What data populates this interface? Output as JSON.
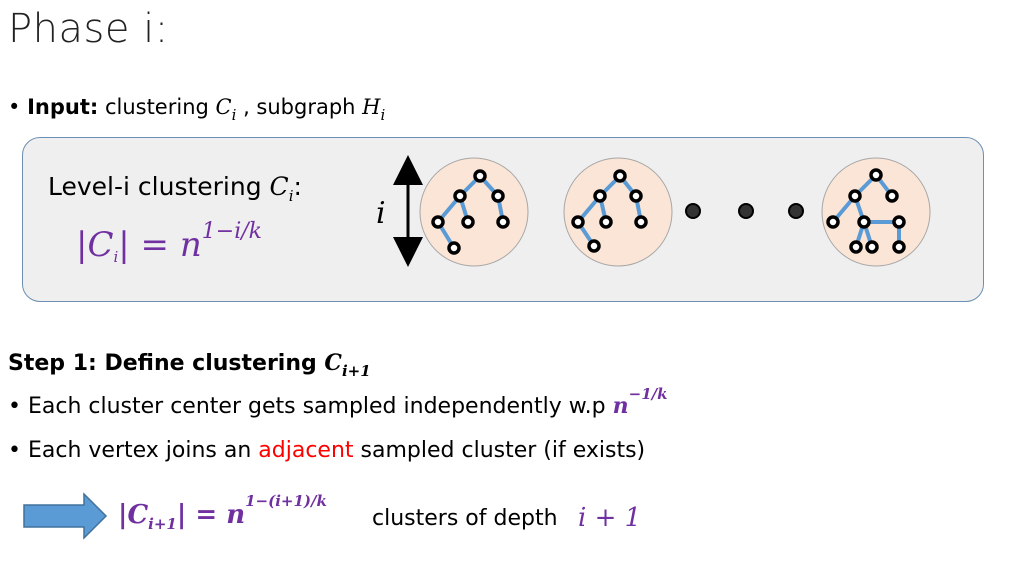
{
  "slide": {
    "title": "Phase i:",
    "input": {
      "bullet": "•",
      "label": "Input:",
      "text_before": " clustering ",
      "clustering_symbol": "C",
      "clustering_sub": "i",
      "text_middle": " , subgraph ",
      "subgraph_symbol": "H",
      "subgraph_sub": "i"
    },
    "panel": {
      "heading": "Level-i clustering ",
      "heading_symbol": "C",
      "heading_sub": "i",
      "heading_colon": ":",
      "formula_left": "|C",
      "formula_sub": "i",
      "formula_mid": "| = n",
      "formula_exp": "1−i/k",
      "depth_label": "i"
    },
    "step1": {
      "title": "Step 1: Define clustering ",
      "title_symbol": "C",
      "title_sub": "i+1",
      "bullet1_text": "Each cluster center gets sampled independently w.p ",
      "bullet1_prob": "n",
      "bullet1_prob_exp": "−1/k",
      "bullet2_before": "Each vertex joins an ",
      "bullet2_highlight": "adjacent",
      "bullet2_after": " sampled cluster (if exists)"
    },
    "result": {
      "formula_left": "|C",
      "formula_sub": "i+1",
      "formula_mid": "| = n",
      "formula_exp": "1−(i+1)/k",
      "text": "clusters of depth ",
      "depth": "i + 1"
    },
    "colors": {
      "accent_purple": "#7030a0",
      "highlight_red": "#ff0000",
      "tree_edge_blue": "#5b9bd5",
      "cluster_fill": "#fbe5d6",
      "arrow_blue": "#5b9bd5"
    }
  }
}
